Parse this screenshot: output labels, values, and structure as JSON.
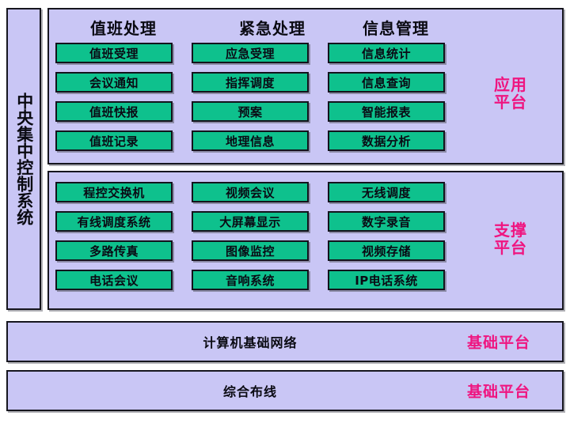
{
  "diagram": {
    "title": "中央集中控制系统",
    "colors": {
      "panel_fill": "#c9c6f5",
      "panel_border": "#16161e",
      "button_fill": "#0ec18d",
      "button_border": "#13131c",
      "text": "#0a0a12",
      "platform_tag": "#ef1580"
    }
  },
  "sidebar": {
    "label": "中央集中控制系统"
  },
  "blocks": [
    {
      "id": "application",
      "tag_line1": "应用",
      "tag_line2": "平台",
      "headers": [
        "值班处理",
        "紧急处理",
        "信息管理"
      ],
      "columns": [
        {
          "header": "值班处理",
          "items": [
            "值班受理",
            "会议通知",
            "值班快报",
            "值班记录"
          ]
        },
        {
          "header": "紧急处理",
          "items": [
            "应急受理",
            "指挥调度",
            "预案",
            "地理信息"
          ]
        },
        {
          "header": "信息管理",
          "items": [
            "信息统计",
            "信息查询",
            "智能报表",
            "数据分析"
          ]
        }
      ]
    },
    {
      "id": "support",
      "tag_line1": "支撑",
      "tag_line2": "平台",
      "headers": [],
      "columns": [
        {
          "header": "",
          "items": [
            "程控交换机",
            "有线调度系统",
            "多路传真",
            "电话会议"
          ]
        },
        {
          "header": "",
          "items": [
            "视频会议",
            "大屏幕显示",
            "图像监控",
            "音响系统"
          ]
        },
        {
          "header": "",
          "items": [
            "无线调度",
            "数字录音",
            "视频存储",
            "IP电话系统"
          ]
        }
      ]
    }
  ],
  "bars": [
    {
      "id": "network",
      "label": "计算机基础网络",
      "tag": "基础平台"
    },
    {
      "id": "cabling",
      "label": "综合布线",
      "tag": "基础平台"
    }
  ]
}
